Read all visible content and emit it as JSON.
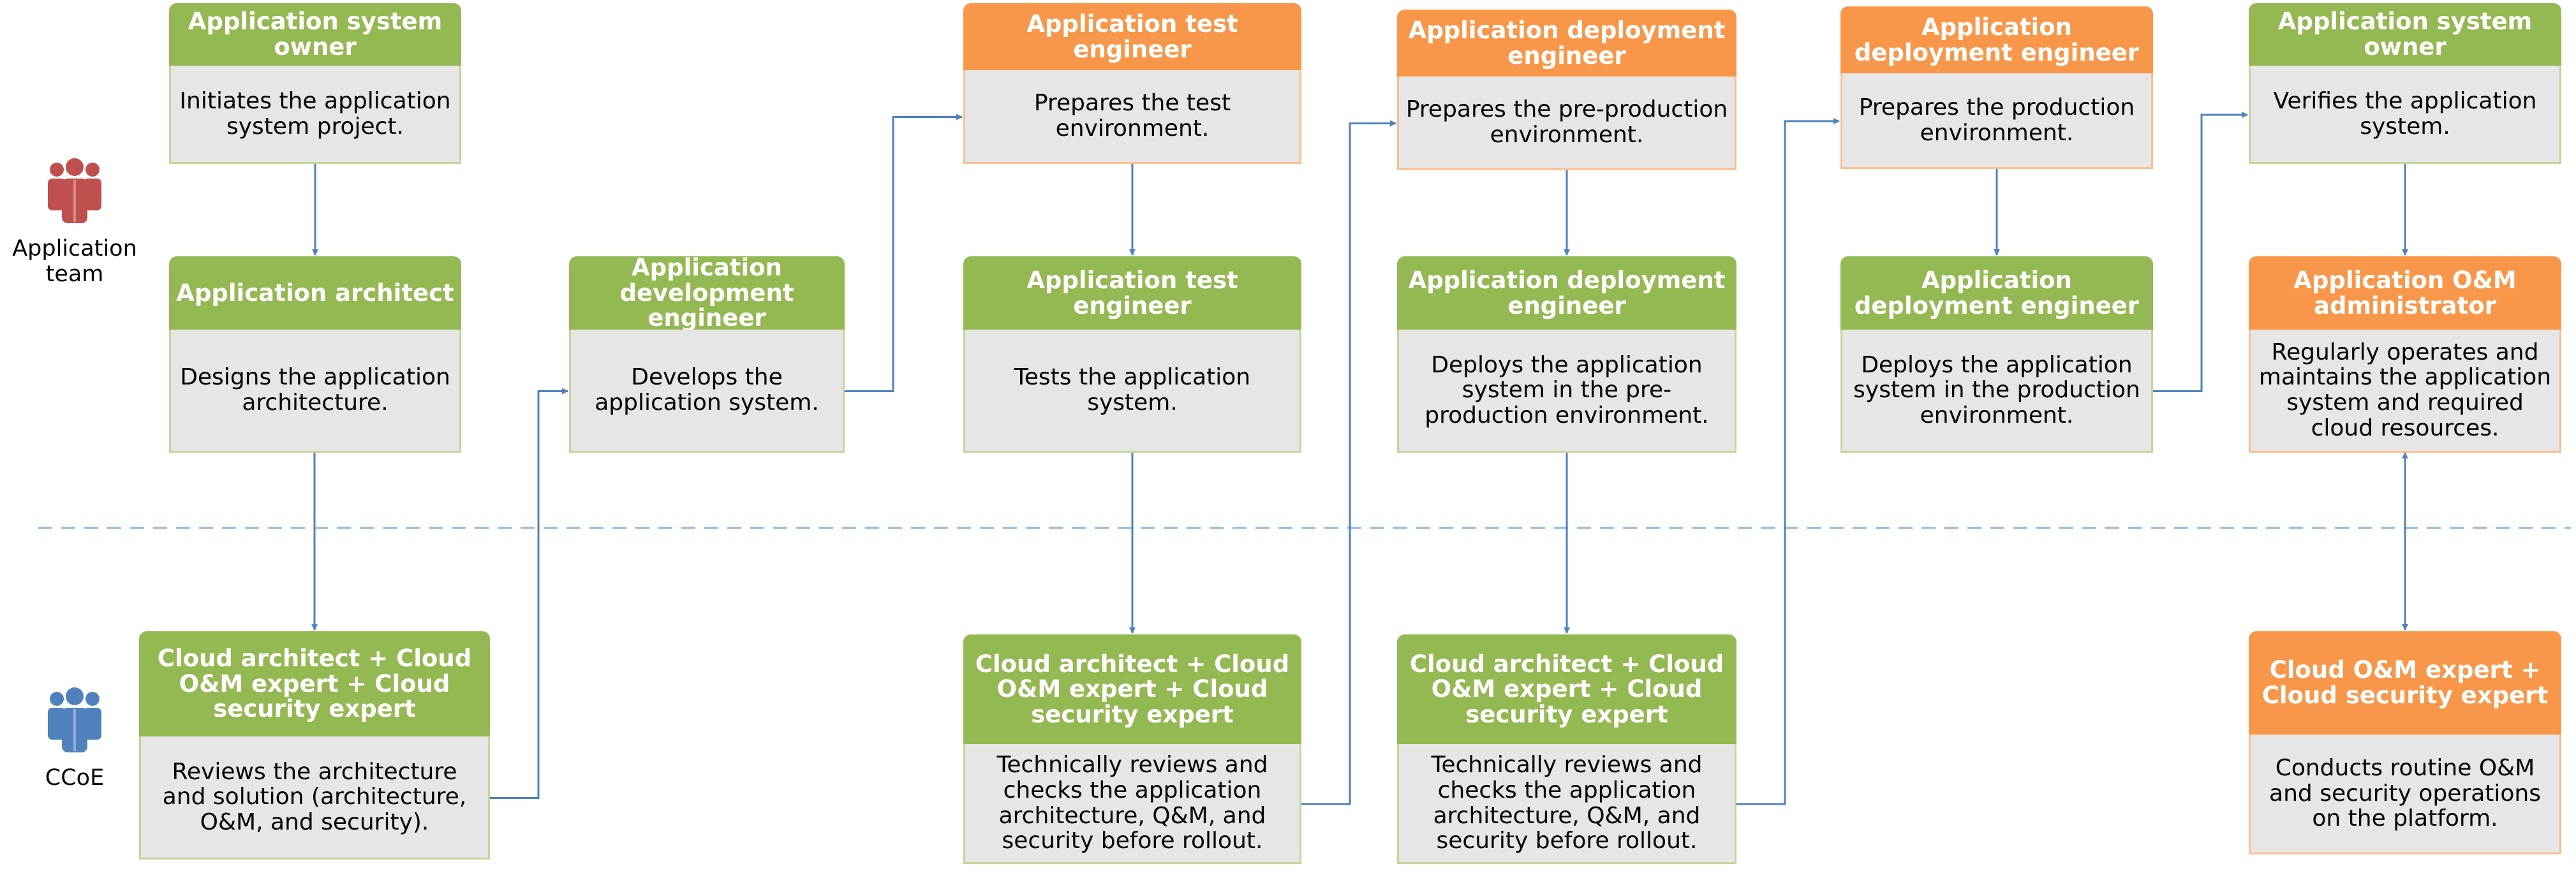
{
  "colors": {
    "green_header": "#94b852",
    "orange_header": "#f8974a",
    "body_fill": "#e6e6e6",
    "connector": "#4f81bd",
    "divider": "#8eb4e3",
    "app_team_icon": "#c0504d",
    "ccoe_icon": "#4f81bd"
  },
  "lanes": {
    "application_team": {
      "label": "Application team",
      "icon": "people-group-icon"
    },
    "ccoe": {
      "label": "CCoE",
      "icon": "people-group-icon"
    }
  },
  "boxes": [
    {
      "id": "b1",
      "color": "green",
      "role": "Application system owner",
      "task": "Initiates the application system project."
    },
    {
      "id": "b2",
      "color": "green",
      "role": "Application architect",
      "task": "Designs the application architecture."
    },
    {
      "id": "b3",
      "color": "green",
      "role": "Cloud architect + Cloud O&M expert + Cloud security expert",
      "task": "Reviews the architecture and solution (architecture, O&M, and security)."
    },
    {
      "id": "b4",
      "color": "green",
      "role": "Application development engineer",
      "task": "Develops the application system."
    },
    {
      "id": "b5",
      "color": "orange",
      "role": "Application test engineer",
      "task": "Prepares the test environment."
    },
    {
      "id": "b6",
      "color": "green",
      "role": "Application test engineer",
      "task": "Tests the application system."
    },
    {
      "id": "b7",
      "color": "green",
      "role": "Cloud architect + Cloud O&M expert + Cloud security expert",
      "task": "Technically reviews and checks the application architecture, Q&M, and security before rollout."
    },
    {
      "id": "b8",
      "color": "orange",
      "role": "Application deployment engineer",
      "task": "Prepares the pre-production environment."
    },
    {
      "id": "b9",
      "color": "green",
      "role": "Application deployment engineer",
      "task": "Deploys the application system in the pre-production environment."
    },
    {
      "id": "b10",
      "color": "green",
      "role": "Cloud architect + Cloud O&M expert + Cloud security expert",
      "task": "Technically reviews and checks the application architecture, Q&M, and security before rollout."
    },
    {
      "id": "b11",
      "color": "orange",
      "role": "Application deployment engineer",
      "task": "Prepares the production environment."
    },
    {
      "id": "b12",
      "color": "green",
      "role": "Application deployment engineer",
      "task": "Deploys the application system in the production environment."
    },
    {
      "id": "b13",
      "color": "green",
      "role": "Application system owner",
      "task": "Verifies the application system."
    },
    {
      "id": "b14",
      "color": "orange",
      "role": "Application O&M administrator",
      "task": "Regularly operates and maintains the application system and required cloud resources."
    },
    {
      "id": "b15",
      "color": "orange",
      "role": "Cloud O&M expert + Cloud security expert",
      "task": "Conducts routine O&M and security operations on the platform."
    }
  ],
  "connections": [
    {
      "from": "b1",
      "to": "b2"
    },
    {
      "from": "b2",
      "to": "b3"
    },
    {
      "from": "b3",
      "to": "b4"
    },
    {
      "from": "b4",
      "to": "b5"
    },
    {
      "from": "b5",
      "to": "b6"
    },
    {
      "from": "b6",
      "to": "b7"
    },
    {
      "from": "b7",
      "to": "b8"
    },
    {
      "from": "b8",
      "to": "b9"
    },
    {
      "from": "b9",
      "to": "b10"
    },
    {
      "from": "b10",
      "to": "b11"
    },
    {
      "from": "b11",
      "to": "b12"
    },
    {
      "from": "b12",
      "to": "b13"
    },
    {
      "from": "b13",
      "to": "b14"
    },
    {
      "from": "b14",
      "to": "b15",
      "bidirectional": true
    }
  ]
}
